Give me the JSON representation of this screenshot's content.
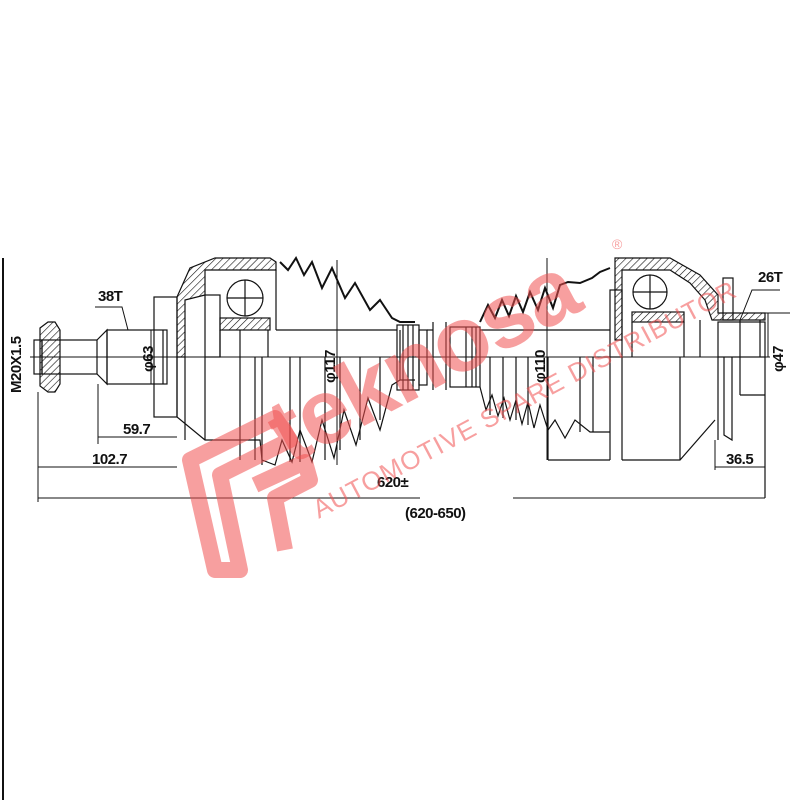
{
  "drawing": {
    "title": "CV drive shaft technical drawing",
    "line_color": "#111111",
    "labels": {
      "thread": "M20X1.5",
      "outer_spline": "38T",
      "outer_stub_diameter": "φ63",
      "outer_boot_diameter": "φ117",
      "outer_dim_short": "59.7",
      "outer_dim_long": "102.7",
      "length_nominal": "620±",
      "length_range": "(620-650)",
      "inner_boot_diameter": "φ110",
      "inner_spline": "26T",
      "inner_stub_diameter": "φ47",
      "inner_dim": "36.5"
    }
  },
  "watermark": {
    "brand": "teknosa",
    "registered": "®",
    "tagline": "AUTOMOTIVE SPARE DISTRIBUTOR",
    "color": "#f05050"
  }
}
